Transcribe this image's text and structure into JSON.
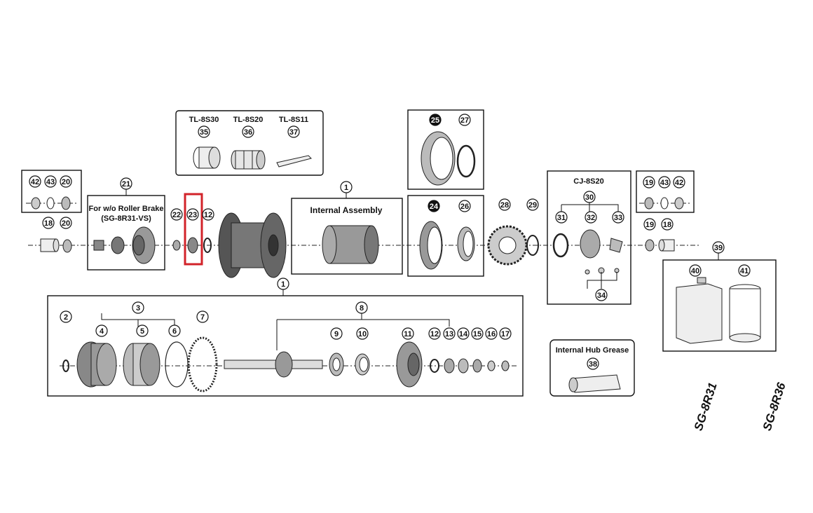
{
  "boxes": {
    "tools": {
      "labels": [
        "TL-8S30",
        "TL-8S20",
        "TL-8S11"
      ]
    },
    "roller": {
      "title_line1": "For w/o Roller Brake",
      "title_line2": "(SG-8R31-VS)"
    },
    "internal": {
      "title": "Internal Assembly"
    },
    "cj": {
      "title": "CJ-8S20"
    },
    "grease": {
      "title": "Internal Hub Grease"
    }
  },
  "models": [
    "SG-8R31",
    "SG-8R36"
  ],
  "callouts": [
    "1",
    "2",
    "3",
    "4",
    "5",
    "6",
    "7",
    "8",
    "9",
    "10",
    "11",
    "12",
    "13",
    "14",
    "15",
    "16",
    "17",
    "18",
    "19",
    "20",
    "21",
    "22",
    "23",
    "24",
    "25",
    "26",
    "27",
    "28",
    "29",
    "30",
    "31",
    "32",
    "33",
    "34",
    "35",
    "36",
    "37",
    "38",
    "39",
    "40",
    "41",
    "42",
    "43"
  ],
  "highlight": {
    "part": "23",
    "color": "#d2232a"
  },
  "black_callouts": [
    "24",
    "25"
  ]
}
